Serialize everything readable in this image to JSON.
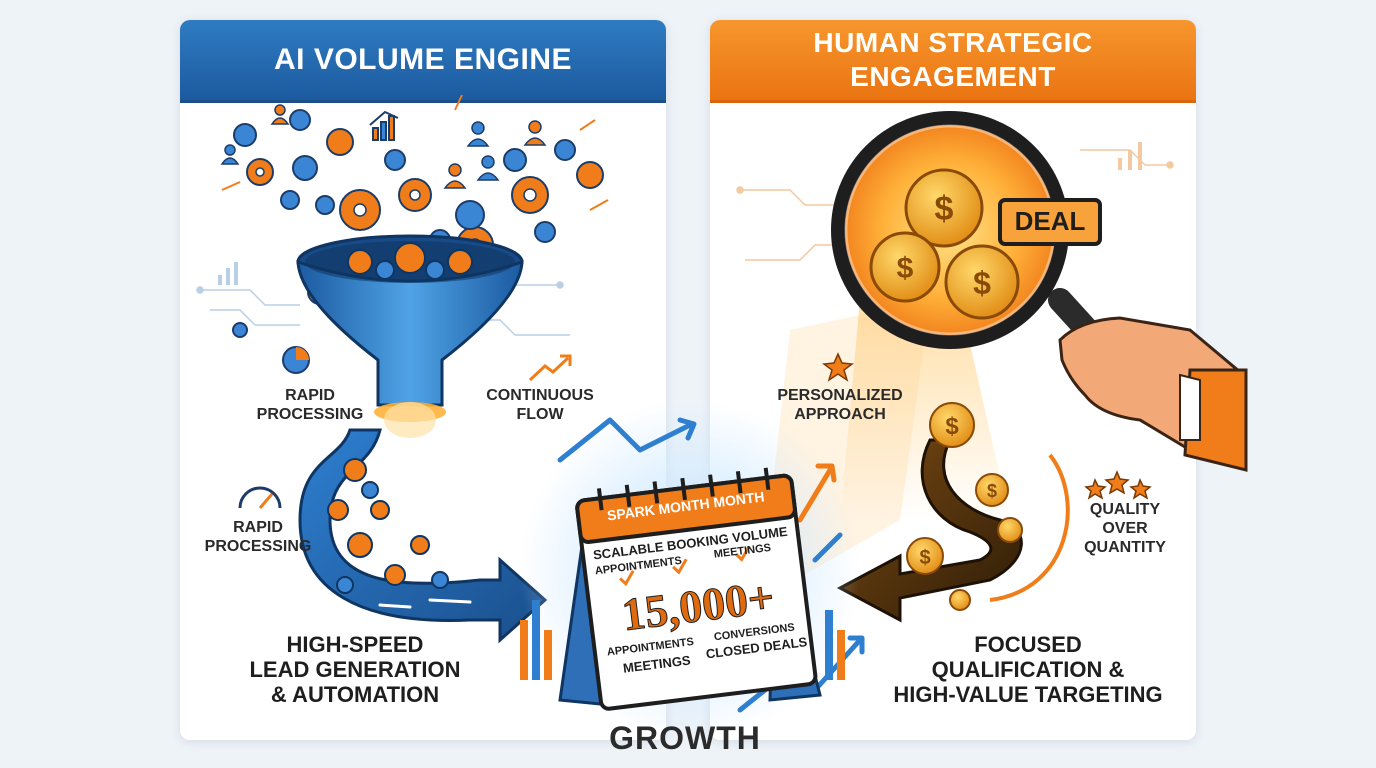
{
  "left_panel": {
    "title": "AI VOLUME ENGINE",
    "labels": {
      "rapid_processing_top": "RAPID\nPROCESSING",
      "continuous_flow": "CONTINUOUS\nFLOW",
      "rapid_processing_bottom": "RAPID\nPROCESSING",
      "summary": "HIGH-SPEED\nLEAD GENERATION\n& AUTOMATION"
    }
  },
  "right_panel": {
    "title": "HUMAN STRATEGIC\nENGAGEMENT",
    "deal_tag": "DEAL",
    "labels": {
      "personalized": "PERSONALIZED\nAPPROACH",
      "quality": "QUALITY\nOVER\nQUANTITY",
      "summary": "FOCUSED\nQUALIFICATION &\nHIGH-VALUE TARGETING"
    }
  },
  "calendar": {
    "header": "SPARK MONTH MONTH",
    "line1": "SCALABLE BOOKING VOLUME",
    "line2a": "APPOINTMENTS",
    "line2b": "MEETINGS",
    "big_number": "15,000+",
    "line3a": "APPOINTMENTS",
    "line3b": "CONVERSIONS",
    "line4a": "MEETINGS",
    "line4b": "CLOSED DEALS"
  },
  "footer": {
    "growth": "GROWTH"
  },
  "colors": {
    "blue": "#1f63ad",
    "orange": "#f07d1a",
    "dark_text": "#2a2a2a"
  }
}
